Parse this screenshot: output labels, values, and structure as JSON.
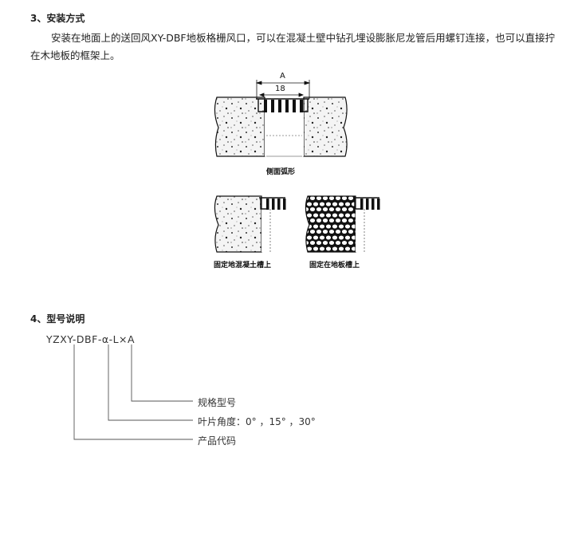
{
  "section3": {
    "heading": "3、安装方式",
    "paragraph": "安装在地面上的送回风XY-DBF地板格栅风口，可以在混凝土壁中钻孔埋设膨胀尼龙管后用螺钉连接，也可以直接拧在木地板的框架上。"
  },
  "figure": {
    "dim_a": "A",
    "dim_18": "18",
    "caption_side": "侧面弧形",
    "caption_concrete": "固定地混凝土槽上",
    "caption_wood": "固定在地板槽上"
  },
  "section4": {
    "heading": "4、型号说明",
    "code": "YZXY-DBF-α-L×A",
    "legend": [
      "规格型号",
      "叶片角度：0° ，15° ，30°",
      "产品代码"
    ]
  }
}
